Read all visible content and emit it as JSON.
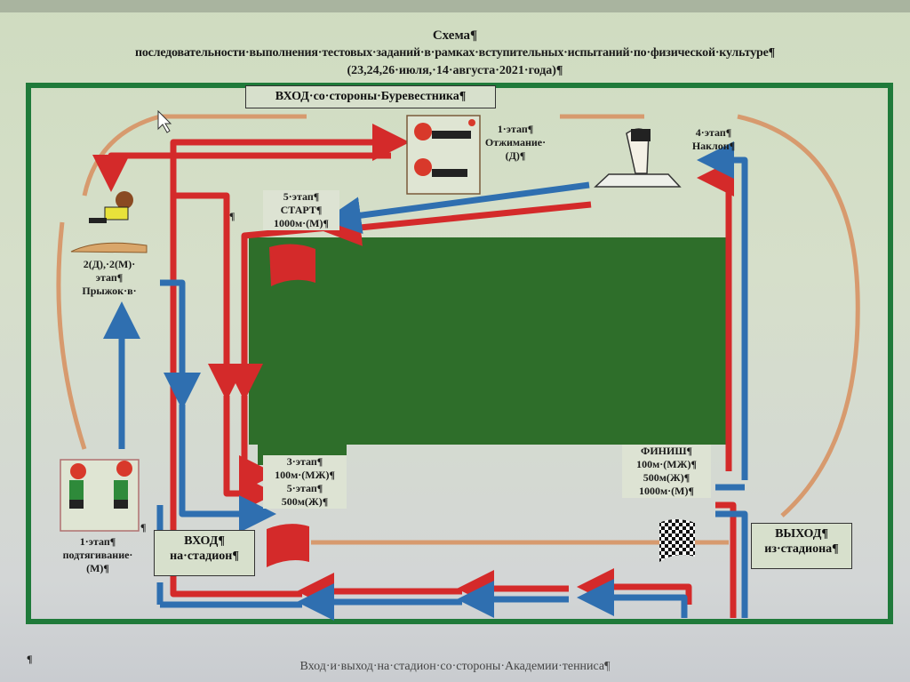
{
  "header": {
    "title": "Схема¶",
    "subtitle": "последовательности·выполнения·тестовых·заданий·в·рамках·вступительных·испытаний·по·физической·культуре¶",
    "dates": "(23,24,26·июля,·14·августа·2021·года)¶"
  },
  "entrances": {
    "top_entry": "ВХОД·со·стороны·Буревестника¶",
    "stadium_entry_line1": "ВХОД¶",
    "stadium_entry_line2": "на·стадион¶",
    "stadium_exit_line1": "ВЫХОД¶",
    "stadium_exit_line2": "из·стадиона¶"
  },
  "stations": {
    "pushups": {
      "line1": "1·этап¶",
      "line2": "Отжимание·",
      "line3": "(Д)¶",
      "icon": "pushup-figures"
    },
    "bend": {
      "line1": "4·этап¶",
      "line2": "Наклон¶",
      "icon": "forward-bend-figure"
    },
    "start": {
      "line1": "5·этап¶",
      "line2": "СТАРТ¶",
      "line3": "1000м·(М)¶",
      "icon": "red-flag"
    },
    "jump": {
      "line1": "2(Д),·2(М)·",
      "line2": "этап¶",
      "line3": "Прыжок·в·",
      "icon": "long-jump-figure"
    },
    "pullups": {
      "line1": "1·этап¶",
      "line2": "подтягивание·",
      "line3": "(М)¶",
      "icon": "pullup-figures"
    },
    "sprint": {
      "line1": "3·этап¶",
      "line2": "100м·(МЖ)¶",
      "line3": "5·этап¶",
      "line4": "500м(Ж)¶",
      "icon": "red-flag"
    },
    "finish": {
      "line1": "ФИНИШ¶",
      "line2": "100м·(МЖ)¶",
      "line3": "500м(Ж)¶",
      "line4": "1000м·(М)¶",
      "icon": "checkered-flag"
    }
  },
  "legend_colors": {
    "route_women": "#d42a2a",
    "route_men": "#2f6fb0",
    "track": "#d79a6e",
    "field": "#2e6e2a",
    "border": "#1f7a3a"
  },
  "pilcrows": [
    "¶",
    "¶",
    "¶"
  ],
  "footer": "Вход·и·выход·на·стадион·со·стороны·Академии·тенниса¶"
}
